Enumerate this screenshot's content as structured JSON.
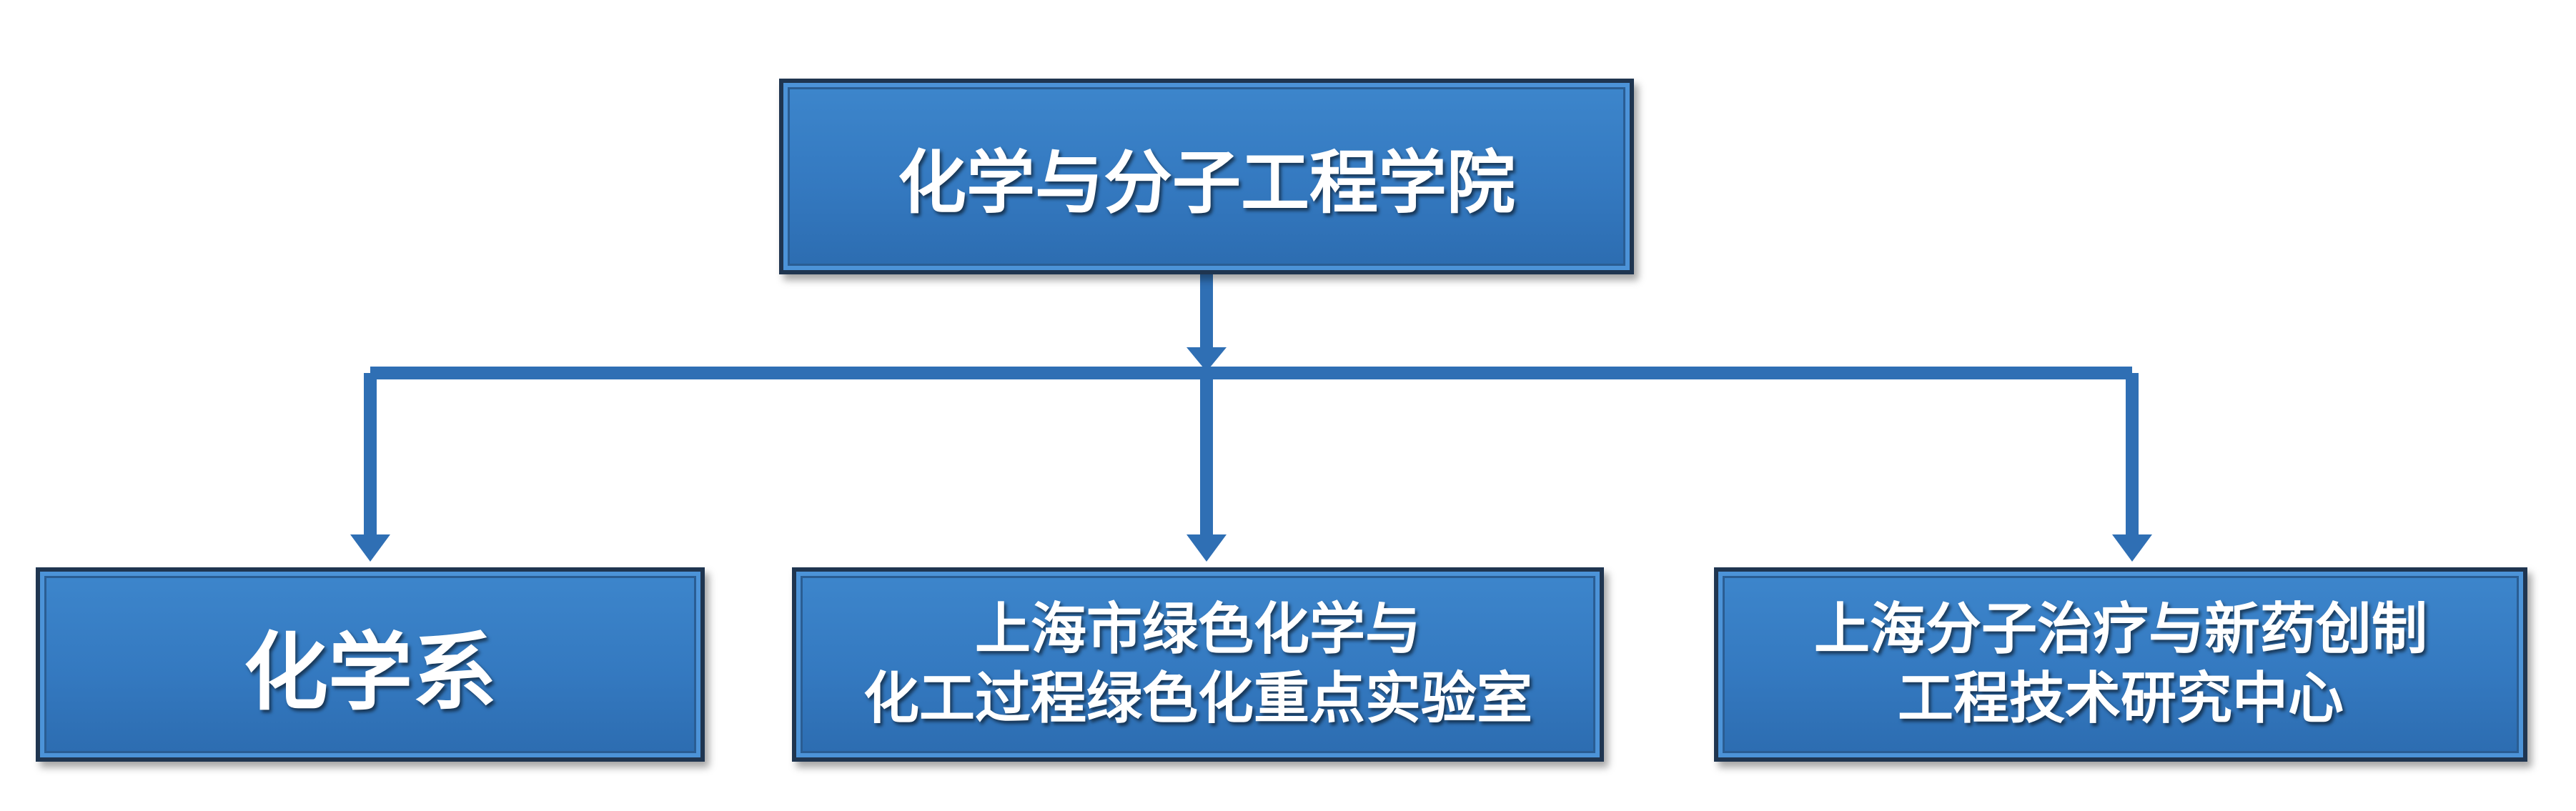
{
  "diagram": {
    "type": "org-chart",
    "colors": {
      "box_fill": "#3479c0",
      "box_border": "#1f3550",
      "connector": "#2f6fb4",
      "text": "#ffffff"
    },
    "root": {
      "label": "化学与分子工程学院"
    },
    "children": [
      {
        "id": "chem",
        "lines": [
          "化学系"
        ]
      },
      {
        "id": "lab",
        "lines": [
          "上海市绿色化学与",
          "化工过程绿色化重点实验室"
        ]
      },
      {
        "id": "center",
        "lines": [
          "上海分子治疗与新药创制",
          "工程技术研究中心"
        ]
      }
    ]
  }
}
